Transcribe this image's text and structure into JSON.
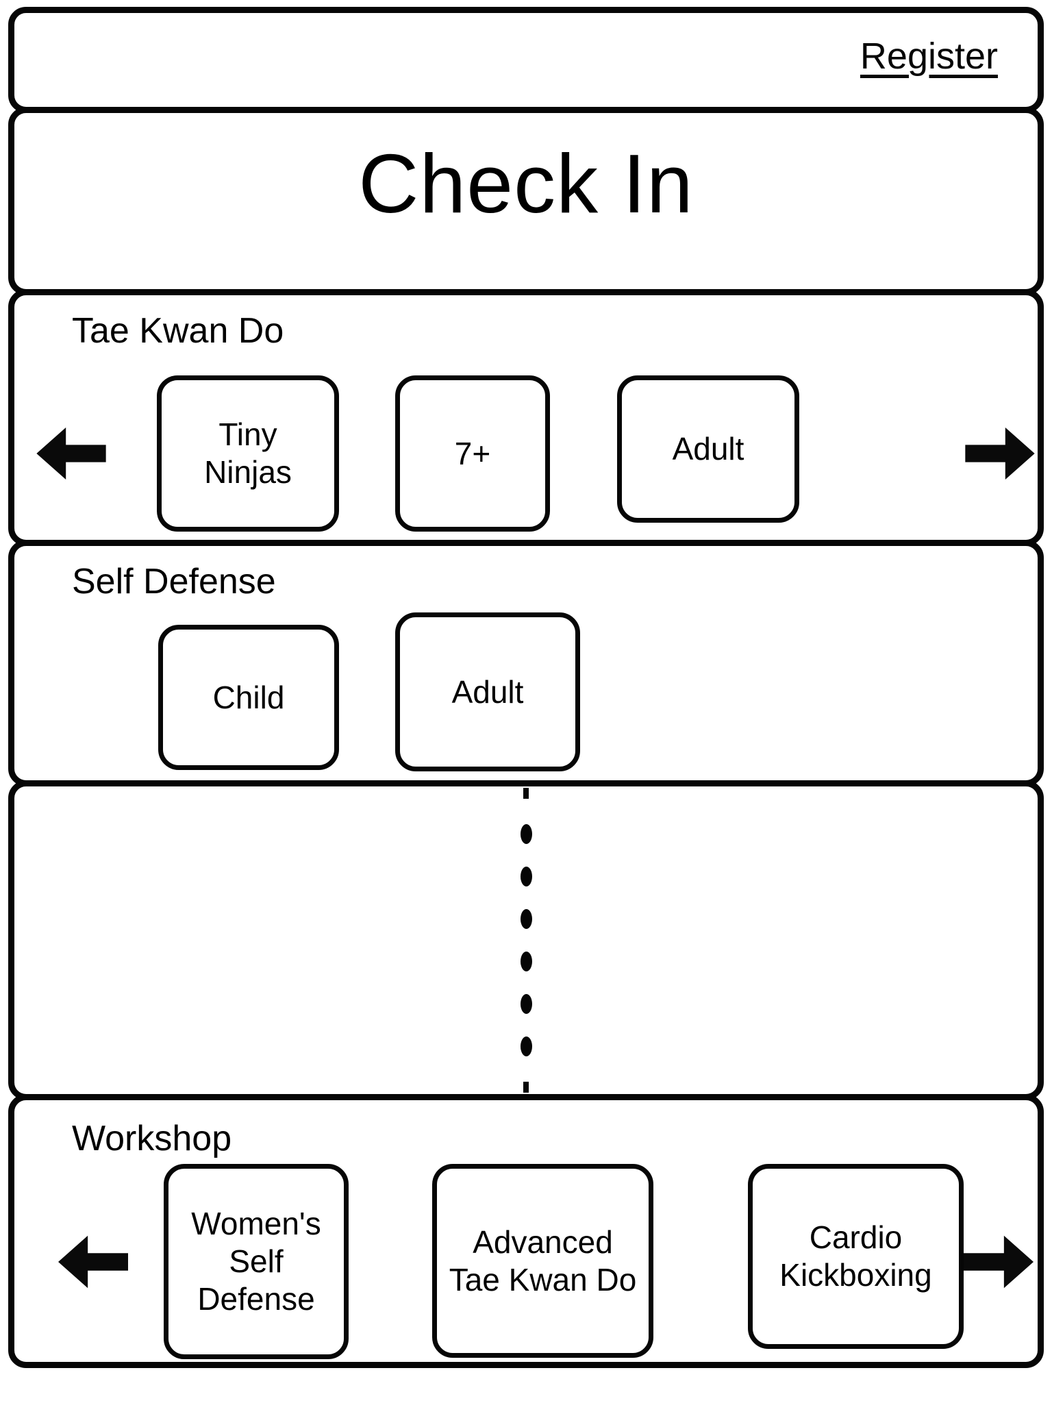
{
  "header": {
    "register_label": "Register"
  },
  "title": "Check In",
  "sections": {
    "tae_kwan_do": {
      "label": "Tae Kwan Do",
      "buttons": [
        "Tiny Ninjas",
        "7+",
        "Adult"
      ]
    },
    "self_defense": {
      "label": "Self Defense",
      "buttons": [
        "Child",
        "Adult"
      ]
    },
    "workshop": {
      "label": "Workshop",
      "buttons": [
        "Women's Self Defense",
        "Advanced Tae Kwan Do",
        "Cardio Kickboxing"
      ]
    }
  },
  "ellipsis": {
    "dot_count": 6
  },
  "icons": {
    "left_arrow": "left-arrow",
    "right_arrow": "right-arrow"
  },
  "colors": {
    "ink": "#060606",
    "background": "#ffffff"
  }
}
